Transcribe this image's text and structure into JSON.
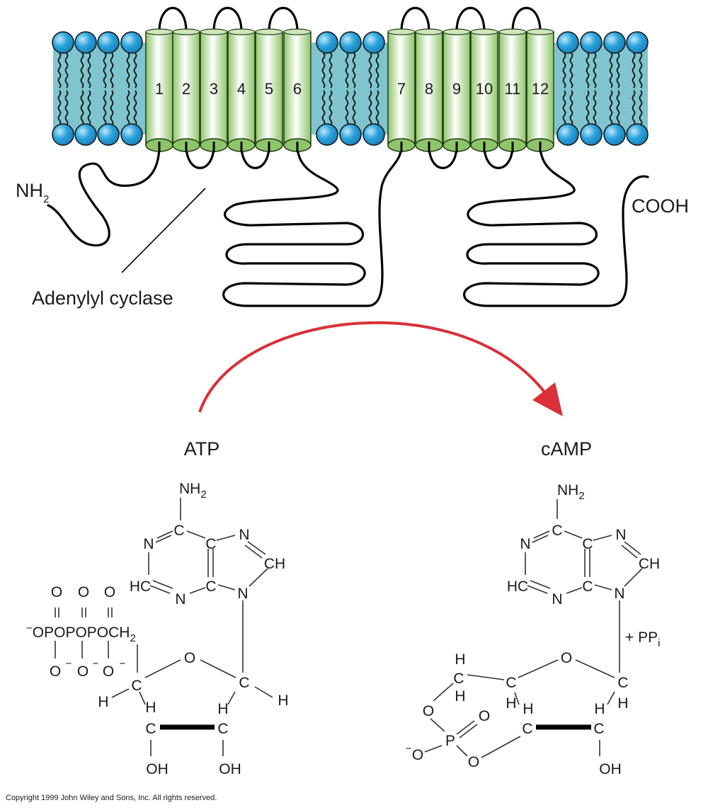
{
  "membrane": {
    "helix_labels": [
      "1",
      "2",
      "3",
      "4",
      "5",
      "6",
      "7",
      "8",
      "9",
      "10",
      "11",
      "12"
    ],
    "n_terminus": {
      "main": "NH",
      "sub": "2"
    },
    "c_terminus": "COOH",
    "protein_label": "Adenylyl cyclase",
    "colors": {
      "bilayer": "#7fc4cf",
      "head": "#2aa3dc",
      "helix": "#8fc56a",
      "arrow": "#d9303a"
    }
  },
  "reaction": {
    "substrate": "ATP",
    "product": "cAMP",
    "byproduct": {
      "main": "+ PP",
      "sub": "i"
    }
  },
  "atp": {
    "nh2": {
      "main": "NH",
      "sub": "2"
    },
    "atoms": {
      "c6": "C",
      "n1": "N",
      "c5": "C",
      "n7": "N",
      "c8": "CH",
      "n9": "N",
      "c4": "C",
      "n3": "N",
      "c2": "HC"
    },
    "phosphate_o_top": [
      "O",
      "O",
      "O"
    ],
    "phosphate_chain": {
      "minus": "−",
      "main": "OPOPOPOCH",
      "sub": "2"
    },
    "phosphate_o_bottom": [
      "O",
      "O",
      "O"
    ],
    "phosphate_o_minus": [
      "−",
      "−",
      "−"
    ],
    "sugar": {
      "o": "O",
      "c4": "C",
      "c1": "C",
      "h1": "H",
      "h4": "H",
      "h3": "H",
      "h2": "H",
      "c3": "C",
      "c2": "C",
      "oh3": "OH",
      "oh2": "OH"
    }
  },
  "camp": {
    "nh2": {
      "main": "NH",
      "sub": "2"
    },
    "atoms": {
      "c6": "C",
      "n1": "N",
      "c5": "C",
      "n7": "N",
      "c8": "CH",
      "n9": "N",
      "c4": "C",
      "n3": "N",
      "c2": "HC"
    },
    "sugar": {
      "o": "O",
      "c5": "C",
      "h5a": "H",
      "h5b": "H",
      "c4": "C",
      "h4": "H",
      "c1": "C",
      "h1": "H",
      "h3": "H",
      "h2": "H",
      "c3": "C",
      "c2": "C",
      "oh2": "OH"
    },
    "phosphate": {
      "o5": "O",
      "p": "P",
      "o_double": "O",
      "o_minus": "O",
      "minus": "−",
      "o3": "O"
    }
  },
  "copyright": "Copyright 1999 John Wiley and Sons, Inc. All rights reserved."
}
